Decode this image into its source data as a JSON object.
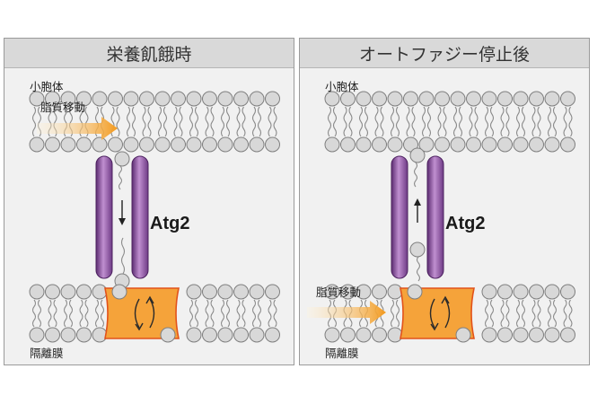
{
  "panels": [
    {
      "title": "栄養飢餓時",
      "top_label": "小胞体",
      "bottom_label": "隔離膜",
      "protein_label": "Atg2",
      "lipid_flow_label": "脂質移動",
      "lipid_flow_position": "top",
      "lipid_flow_direction": "down"
    },
    {
      "title": "オートファジー停止後",
      "top_label": "小胞体",
      "bottom_label": "隔離膜",
      "protein_label": "Atg2",
      "lipid_flow_label": "脂質移動",
      "lipid_flow_position": "bottom",
      "lipid_flow_direction": "up"
    }
  ],
  "colors": {
    "lipid_head": "#d8d8d8",
    "lipid_outline": "#7f7f7f",
    "atg2_purple": "#8a4e9e",
    "scramblase_orange": "#f5a33a",
    "arrow_orange": "#f39a1e"
  }
}
